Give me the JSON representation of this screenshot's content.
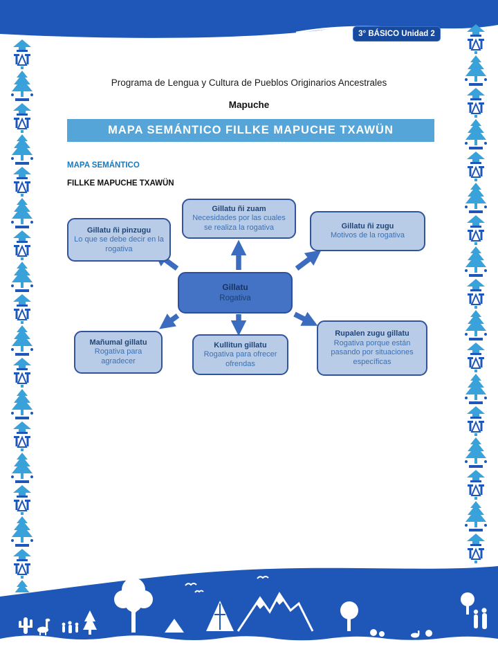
{
  "header": {
    "badge": "3° BÁSICO Unidad 2",
    "program_line": "Programa de Lengua y Cultura de Pueblos Originarios Ancestrales",
    "program_subtitle": "Mapuche"
  },
  "banner": {
    "title": "MAPA SEMÁNTICO FILLKE MAPUCHE TXAWÜN"
  },
  "section": {
    "label": "MAPA SEMÁNTICO",
    "sublabel": "FILLKE MAPUCHE TXAWÜN"
  },
  "diagram": {
    "center": {
      "title": "Gillatu",
      "subtitle": "Rogativa"
    },
    "nodes": [
      {
        "position": "top-left",
        "title": "Gillatu ñi pinzugu",
        "body": "Lo que se debe decir en la rogativa"
      },
      {
        "position": "top-center",
        "title": "Gillatu ñi zuam",
        "body": "Necesidades por las cuales se realiza la rogativa"
      },
      {
        "position": "top-right",
        "title": "Gillatu ñi zugu",
        "body": "Motivos de la rogativa"
      },
      {
        "position": "bottom-left",
        "title": "Mañumal gillatu",
        "body": "Rogativa para agradecer"
      },
      {
        "position": "bottom-center",
        "title": "Kullitun gillatu",
        "body": "Rogativa para ofrecer ofrendas"
      },
      {
        "position": "bottom-right",
        "title": "Rupalen zugu gillatu",
        "body": "Rogativa porque están pasando por situaciones específicas"
      }
    ]
  },
  "icons": {
    "left_border": "mapuche-textile-ornament",
    "right_border": "mapuche-textile-ornament",
    "footer": "andean-landscape-silhouette"
  },
  "colors": {
    "band_blue": "#1e57b8",
    "badge_blue": "#17499c",
    "banner_blue": "#56a5d8",
    "section_label_blue": "#1779be",
    "node_fill": "#b9cce7",
    "node_border": "#31539b",
    "node_title_text": "#1f4577",
    "node_body_text": "#3a70b4",
    "center_node_fill": "#4472c4",
    "arrow_blue": "#3c6cbf",
    "ornament_light_blue": "#3aa2db"
  }
}
